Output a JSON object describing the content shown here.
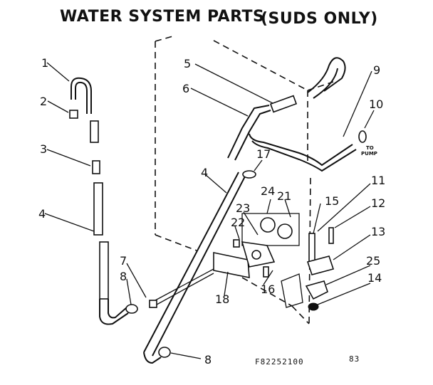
{
  "title": "WATER SYSTEM PARTS",
  "subtitle": "(SUDS ONLY)",
  "callouts": {
    "c1": "1",
    "c2": "2",
    "c3": "3",
    "c4_left": "4",
    "c4_mid": "4",
    "c5": "5",
    "c6": "6",
    "c7": "7",
    "c8_left": "8",
    "c8_bottom": "8",
    "c9": "9",
    "c10": "10",
    "c11": "11",
    "c12": "12",
    "c13": "13",
    "c14": "14",
    "c15": "15",
    "c16": "16",
    "c17": "17",
    "c18": "18",
    "c21": "21",
    "c22": "22",
    "c23": "23",
    "c24": "24",
    "c25": "25"
  },
  "pump_label_1": "TO",
  "pump_label_2": "PUMP",
  "part_code": "F82252100",
  "page_code": "83"
}
